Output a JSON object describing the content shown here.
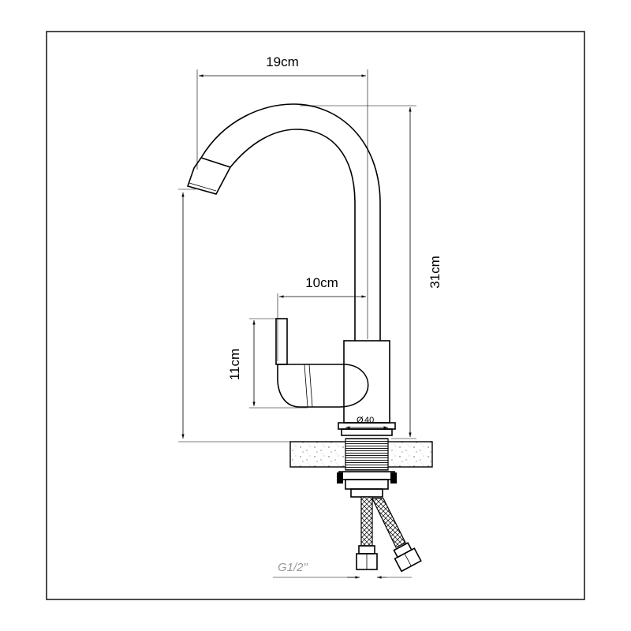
{
  "dimensions": {
    "width_top": "19cm",
    "height_right": "31cm",
    "lever_offset": "10cm",
    "lever_height": "11cm",
    "base_diameter": "40",
    "thread": "G1/2\""
  },
  "diameter_symbol": "Ø"
}
